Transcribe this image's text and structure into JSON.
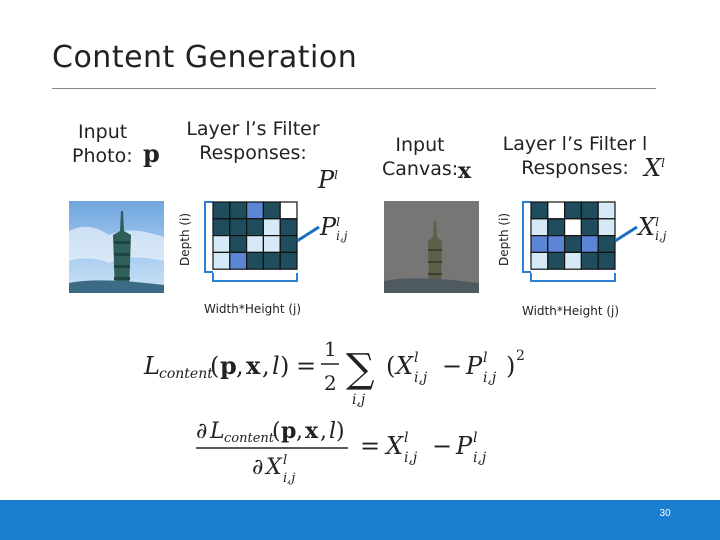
{
  "slide": {
    "title": "Content Generation",
    "page_number": "30"
  },
  "left": {
    "input_label_line1": "Input",
    "input_label_line2": "Photo:",
    "input_symbol": "p",
    "filter_label_line1": "Layer l’s Filter",
    "filter_label_line2": "Responses:",
    "matrix_symbol": "P",
    "matrix_symbol_sup": "l",
    "entry_symbol": "P",
    "entry_sup": "l",
    "entry_sub": "i,j",
    "depth_label": "Depth (i)",
    "width_label": "Width*Height (j)"
  },
  "right": {
    "input_label_line1": "Input",
    "input_label_line2": "Canvas:",
    "input_symbol": "x",
    "filter_label_line1": "Layer l’s Filter l",
    "filter_label_line2": "Responses:",
    "matrix_symbol": "X",
    "matrix_symbol_sup": "l",
    "entry_symbol": "X",
    "entry_sup": "l",
    "entry_sub": "i,j",
    "depth_label": "Depth (i)",
    "width_label": "Width*Height (j)"
  },
  "equations": {
    "loss": "L_content(p, x, l) = 1/2 Σ_{i,j} (X^l_{i,j} − P^l_{i,j})²",
    "gradient": "∂L_content(p, x, l) / ∂X^l_{i,j} = X^l_{i,j} − P^l_{i,j}"
  },
  "colors": {
    "cell_dark": "#1f4d5e",
    "cell_light": "#d6e9f7",
    "cell_mid": "#5b86d6",
    "cell_white": "#ffffff",
    "arrow": "#1a6fc0",
    "footer": "#1a7fd1"
  },
  "left_grid": [
    [
      "dark",
      "dark",
      "mid",
      "dark",
      "white"
    ],
    [
      "dark",
      "dark",
      "dark",
      "light",
      "dark"
    ],
    [
      "light",
      "dark",
      "light",
      "light",
      "dark"
    ],
    [
      "light",
      "mid",
      "dark",
      "dark",
      "dark"
    ]
  ],
  "right_grid": [
    [
      "dark",
      "white",
      "dark",
      "dark",
      "light"
    ],
    [
      "light",
      "dark",
      "white",
      "dark",
      "light"
    ],
    [
      "mid",
      "mid",
      "dark",
      "mid",
      "dark"
    ],
    [
      "light",
      "dark",
      "light",
      "dark",
      "dark"
    ]
  ]
}
